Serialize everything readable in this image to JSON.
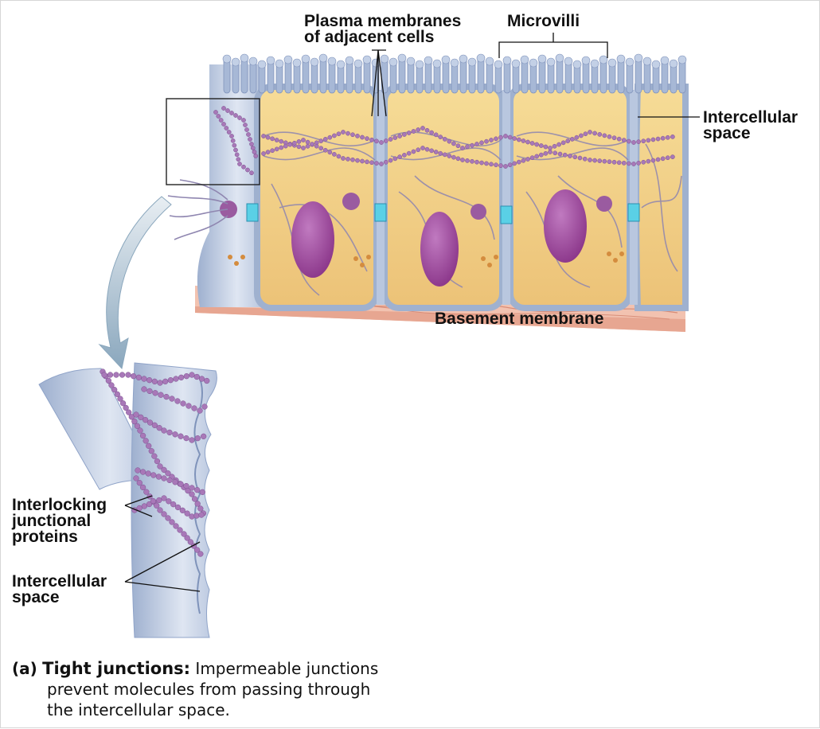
{
  "labels": {
    "plasma_membranes": [
      "Plasma membranes",
      "of adjacent cells"
    ],
    "microvilli": "Microvilli",
    "intercellular_space_top": [
      "Intercellular",
      "space"
    ],
    "basement_membrane": "Basement membrane",
    "interlocking_proteins": [
      "Interlocking",
      "junctional",
      "proteins"
    ],
    "intercellular_space_bottom": [
      "Intercellular",
      "space"
    ]
  },
  "caption": {
    "tag": "(a)",
    "heading": "Tight junctions:",
    "lines": [
      "Impermeable junctions",
      "prevent molecules from passing through",
      "the intercellular space."
    ]
  },
  "colors": {
    "cytoplasm": "#f3d38a",
    "membrane": "#a9bad6",
    "nucleus": "#a24a9e",
    "basement": "#f0b9a6",
    "protein_beads": "#a878b8"
  }
}
